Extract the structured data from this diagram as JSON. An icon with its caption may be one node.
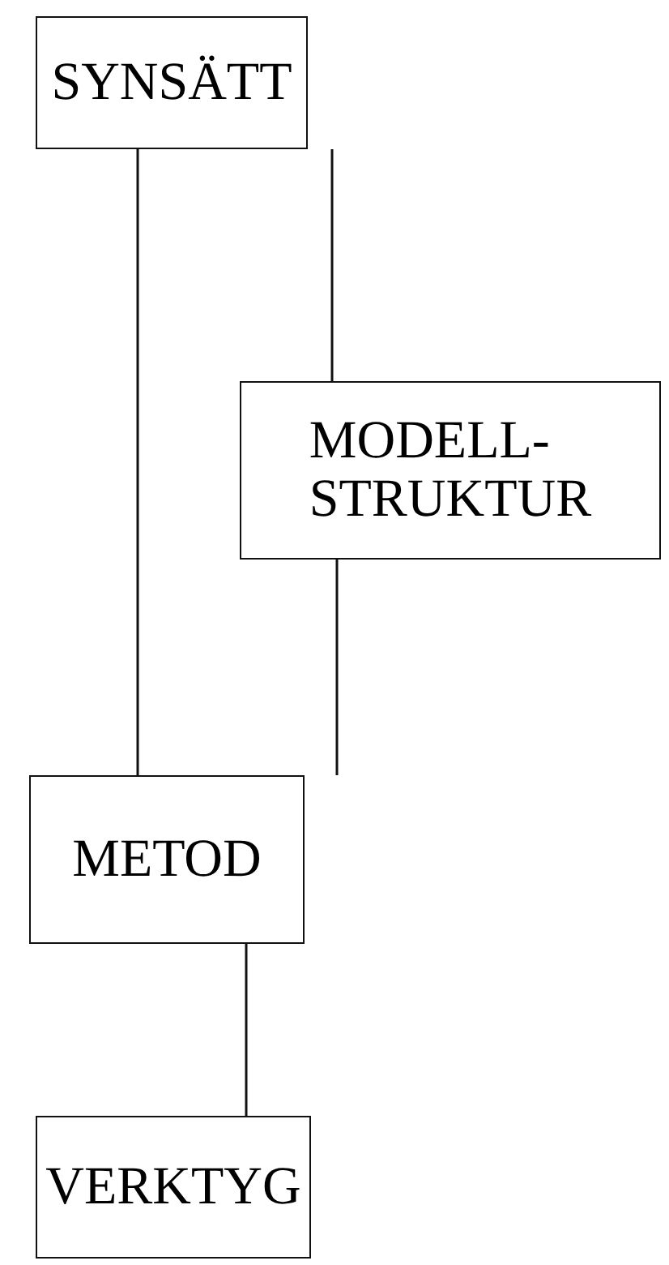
{
  "diagram": {
    "nodes": [
      {
        "text": [
          "SYNSÄTT"
        ]
      },
      {
        "text": [
          "MODELL- STRUKTUR"
        ]
      },
      {
        "text": [
          "METOD"
        ]
      },
      {
        "text": [
          "VERKTYG"
        ]
      }
    ],
    "edges": [
      {
        "from": 0,
        "to": 2,
        "arrow": "none"
      },
      {
        "from": 0,
        "to": 1,
        "arrow": "none"
      },
      {
        "from": 1,
        "to": 2,
        "arrow": "none"
      },
      {
        "from": 2,
        "to": 3,
        "arrow": "none"
      }
    ]
  }
}
